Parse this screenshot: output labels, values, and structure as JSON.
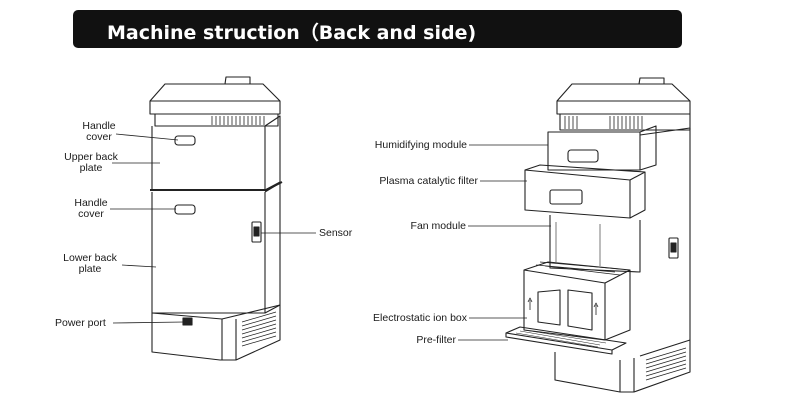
{
  "title": "Machine struction（Back and side)",
  "left_view": {
    "labels": {
      "handle_cover_top": [
        "Handle",
        "cover"
      ],
      "upper_back_plate": [
        "Upper back",
        "plate"
      ],
      "handle_cover_mid": [
        "Handle",
        "cover"
      ],
      "lower_back_plate": [
        "Lower back",
        "plate"
      ],
      "power_port": "Power port",
      "sensor": "Sensor"
    }
  },
  "right_view": {
    "labels": {
      "humidifying_module": "Humidifying module",
      "plasma_catalytic_filter": "Plasma catalytic filter",
      "fan_module": "Fan module",
      "electrostatic_ion_box": "Electrostatic ion box",
      "pre_filter": "Pre-filter"
    }
  },
  "colors": {
    "banner": "#111111",
    "banner_text": "#ffffff",
    "line": "#222222",
    "body": "#ffffff"
  }
}
